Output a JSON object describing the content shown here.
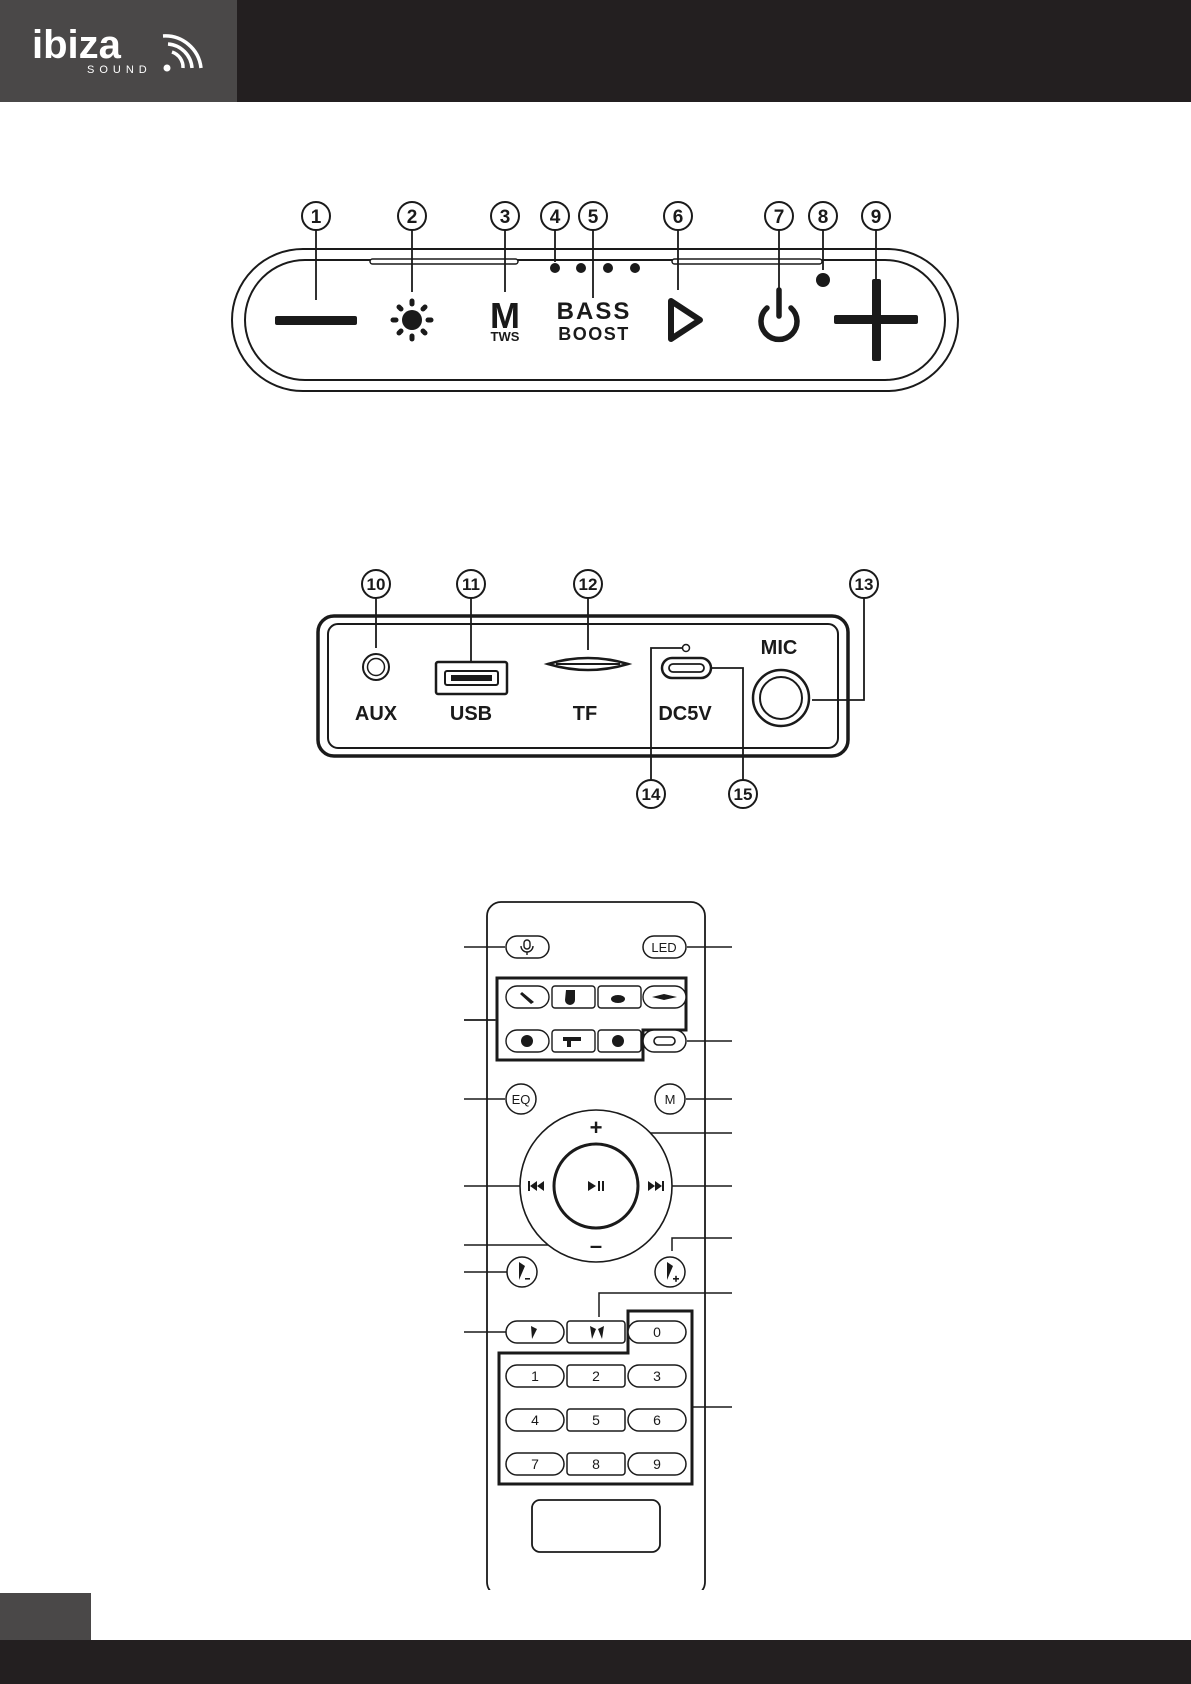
{
  "brand": {
    "name": "ibiza",
    "sub": "SOUND"
  },
  "top_panel": {
    "callouts": [
      "1",
      "2",
      "3",
      "4",
      "5",
      "6",
      "7",
      "8",
      "9"
    ],
    "mode_label": "M",
    "tws_label": "TWS",
    "bass_label": "BASS",
    "boost_label": "BOOST"
  },
  "rear_panel": {
    "callouts": [
      "10",
      "11",
      "12",
      "13",
      "14",
      "15"
    ],
    "aux_label": "AUX",
    "usb_label": "USB",
    "tf_label": "TF",
    "dc_label": "DC5V",
    "mic_label": "MIC"
  },
  "remote": {
    "led_label": "LED",
    "eq_label": "EQ",
    "m_label": "M",
    "plus_label": "+",
    "minus_label": "–",
    "digits": [
      "0",
      "1",
      "2",
      "3",
      "4",
      "5",
      "6",
      "7",
      "8",
      "9"
    ]
  },
  "icons": [
    "brand-waves-icon",
    "minus-icon",
    "sun-icon",
    "play-icon",
    "power-icon",
    "plus-icon",
    "mic-icon",
    "repeat-icon",
    "play-pause-icon",
    "prev-icon",
    "next-icon",
    "mic-minus-icon",
    "mic-plus-icon",
    "mic-echo-icon",
    "duet-mic-icon"
  ],
  "colors": {
    "dark": "#231f20",
    "grey": "#4a4848",
    "line": "#1a1a1a"
  }
}
